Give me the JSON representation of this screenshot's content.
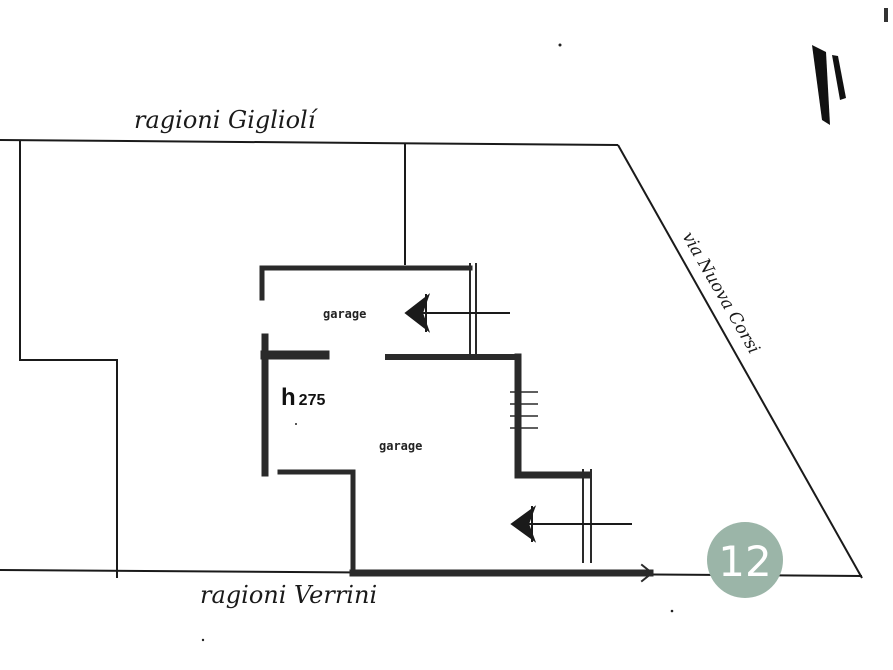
{
  "labels": {
    "north_boundary": "ragioni Gigliolí",
    "south_boundary": "ragioni Verrini",
    "east_street": "via Nuova Corsi",
    "room_upper": "garage",
    "room_lower": "garage",
    "height_letter": "h",
    "height_value": "275",
    "page_badge": "12"
  },
  "colors": {
    "ink": "#1a1a1a",
    "wall": "#2a2a2a",
    "badge_fill": "#9bb5a8",
    "badge_text": "#ffffff",
    "paper": "#ffffff"
  },
  "icons": [
    "entrance-arrow-icon",
    "entrance-arrow-icon",
    "page-badge-icon",
    "corner-mark-icon"
  ]
}
